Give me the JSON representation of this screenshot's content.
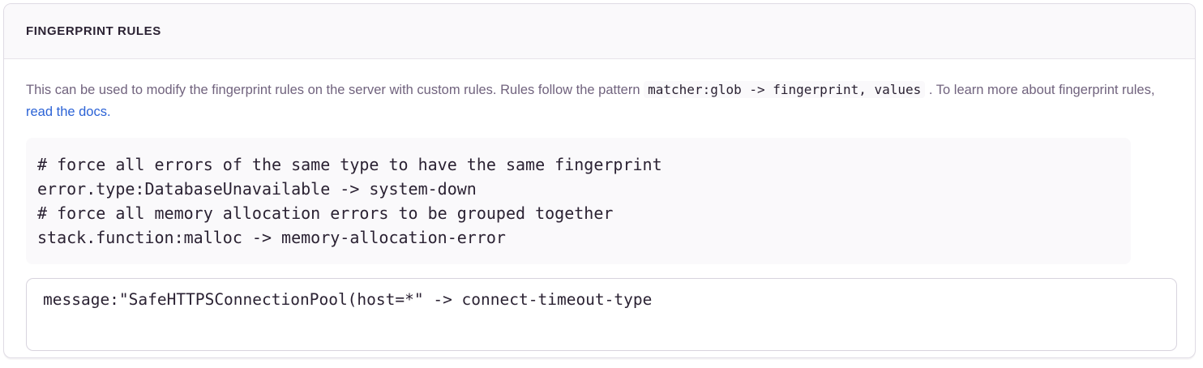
{
  "panel": {
    "title": "FINGERPRINT RULES",
    "description": {
      "before_pattern": "This can be used to modify the fingerprint rules on the server with custom rules. Rules follow the pattern",
      "pattern_code": "matcher:glob -> fingerprint, values",
      "after_pattern": ". To learn more about fingerprint rules,",
      "docs_link_label": "read the docs."
    },
    "example_rules": {
      "lines": [
        "# force all errors of the same type to have the same fingerprint",
        "error.type:DatabaseUnavailable -> system-down",
        "# force all memory allocation errors to be grouped together",
        "stack.function:malloc -> memory-allocation-error"
      ]
    },
    "rules_field": {
      "value": "message:\"SafeHTTPSConnectionPool(host=*\" -> connect-timeout-type",
      "placeholder": ""
    },
    "colors": {
      "panel_border": "#dfdbe4",
      "header_background": "#faf9fb",
      "heading_text": "#2b2233",
      "body_text": "#71637e",
      "code_text": "#2b2233",
      "code_block_background": "#faf9fb",
      "link_blue": "#2c63d6",
      "textarea_border": "#d8d4de"
    }
  }
}
